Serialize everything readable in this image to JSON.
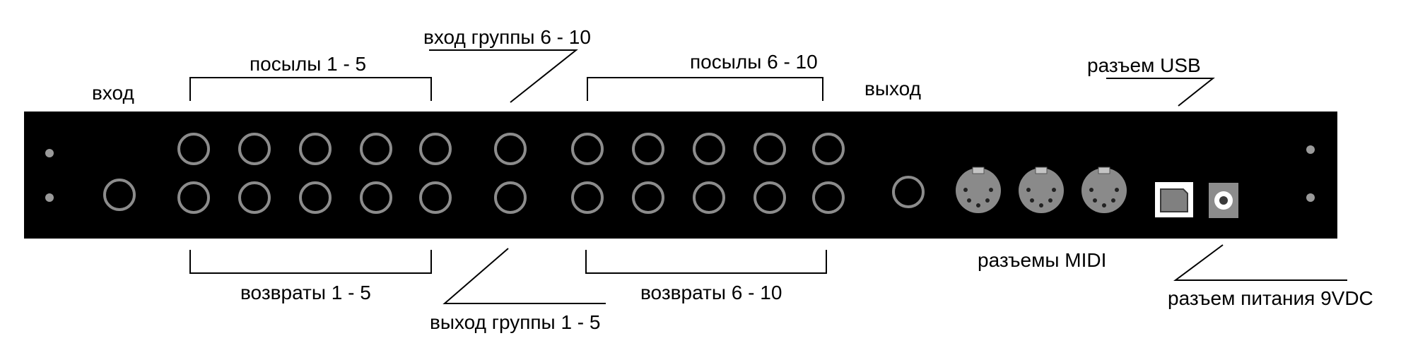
{
  "labels": {
    "input": "вход",
    "sends_1_5": "посылы 1 - 5",
    "group_input_6_10": "вход группы 6 - 10",
    "sends_6_10": "посылы 6 - 10",
    "output": "выход",
    "usb_connector": "разъем USB",
    "returns_1_5": "возвраты 1 - 5",
    "group_output_1_5": "выход группы 1 - 5",
    "returns_6_10": "возвраты 6 - 10",
    "midi_connectors": "разъемы MIDI",
    "power_connector": "разъем питания 9VDC"
  },
  "colors": {
    "panel": "#000000",
    "jack_ring": "#8c8c8c",
    "midi_body": "#8a8a8a",
    "screw": "#9a9a9a",
    "line": "#000000",
    "background": "#ffffff"
  },
  "components": {
    "rack_screws": 4,
    "quarter_inch_jacks": 24,
    "midi_din_connectors": 3,
    "usb_b_connectors": 1,
    "dc_power_jacks": 1
  }
}
